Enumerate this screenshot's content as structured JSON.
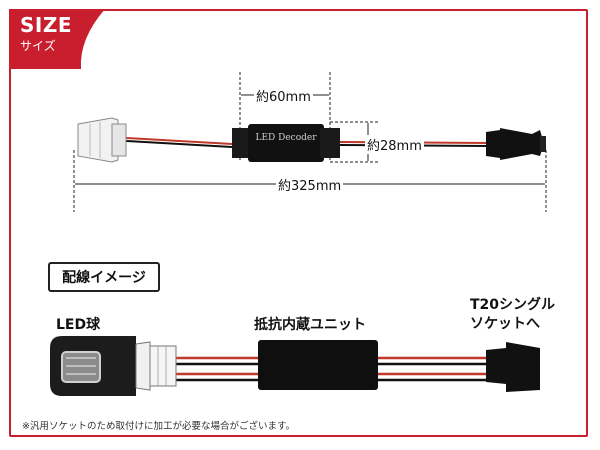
{
  "badge": {
    "title": "SIZE",
    "subtitle": "サイズ"
  },
  "dimensions": {
    "decoder_length": "約60mm",
    "decoder_height": "約28mm",
    "total_length": "約325mm"
  },
  "decoder_print": "LED Decoder",
  "wiring": {
    "heading": "配線イメージ",
    "led_label": "LED球",
    "unit_label": "抵抗内蔵ユニット",
    "socket_label_line1": "T20シングル",
    "socket_label_line2": "ソケットへ"
  },
  "note": "※汎用ソケットのため取付けに加工が必要な場合がございます。",
  "colors": {
    "frame": "#c81e2e",
    "wire": "#c0392b",
    "body": "#111111"
  }
}
